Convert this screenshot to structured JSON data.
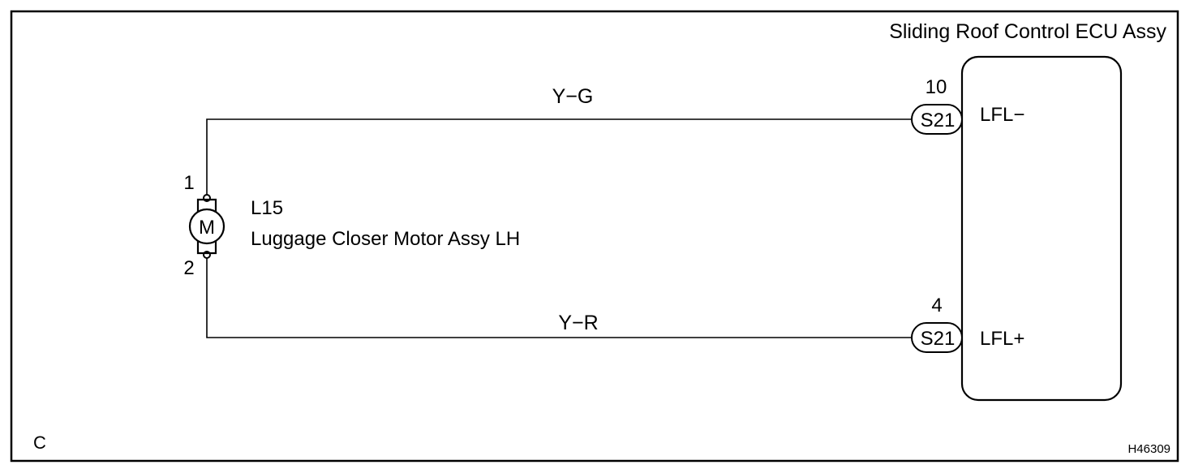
{
  "ecu": {
    "name": "Sliding Roof Control ECU Assy",
    "pins": [
      {
        "pin_number": "10",
        "connector": "S21",
        "terminal": "LFL−"
      },
      {
        "pin_number": "4",
        "connector": "S21",
        "terminal": "LFL+"
      }
    ]
  },
  "motor": {
    "connector": "L15",
    "name": "Luggage Closer Motor Assy LH",
    "symbol": "M",
    "pin_top": "1",
    "pin_bottom": "2"
  },
  "wires": [
    {
      "color_code": "Y−G"
    },
    {
      "color_code": "Y−R"
    }
  ],
  "corner_label": "C",
  "figure_code": "H46309"
}
